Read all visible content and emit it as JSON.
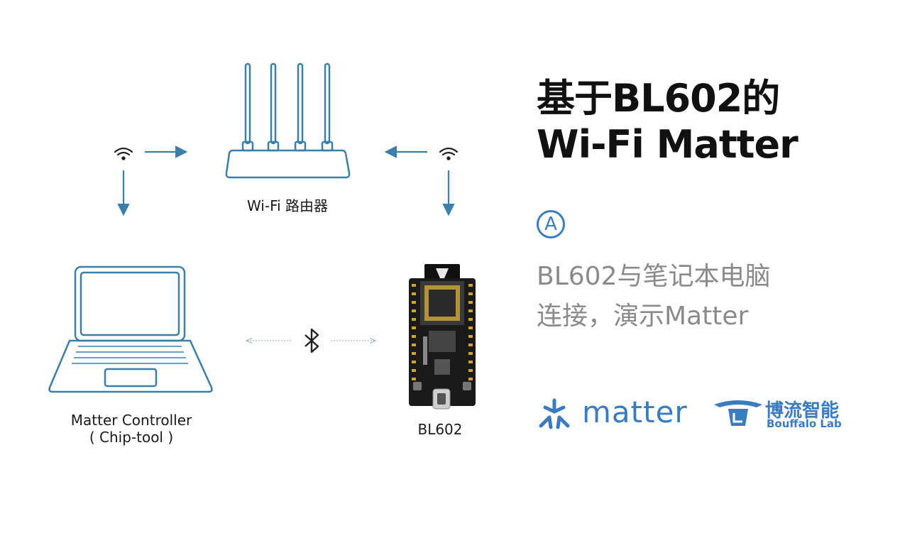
{
  "diagram": {
    "router_label": "Wi-Fi 路由器",
    "laptop_label_line1": "Matter Controller",
    "laptop_label_line2": "( Chip-tool )",
    "board_label": "BL602"
  },
  "panel": {
    "title_line1": "基于BL602的",
    "title_line2": "Wi-Fi  Matter",
    "badge": "A",
    "desc_line1": "BL602与笔记本电脑",
    "desc_line2": "连接，演示Matter"
  },
  "logos": {
    "matter_text": "matter",
    "bouffalo_cn": "博流智能",
    "bouffalo_en": "Bouffalo Lab"
  },
  "colors": {
    "accent": "#3b7cbf",
    "line": "#3a7fa8",
    "text_gray": "#8a8a8a",
    "title": "#111111"
  },
  "icons": [
    "wifi-icon",
    "bluetooth-icon",
    "router-icon",
    "laptop-icon",
    "board-icon",
    "matter-logo-icon",
    "bouffalo-logo-icon"
  ]
}
